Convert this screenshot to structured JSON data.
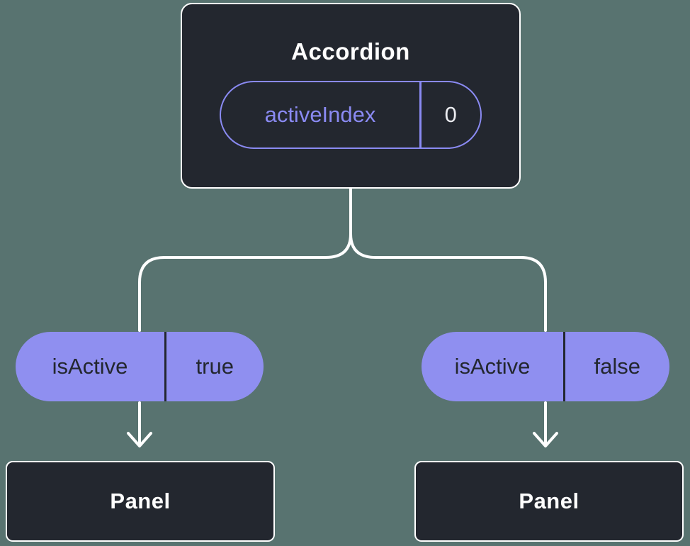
{
  "diagram": {
    "type": "component-tree",
    "root_node": {
      "title": "Accordion",
      "state_name": "activeIndex",
      "state_value": "0"
    },
    "left_prop_pill": {
      "name": "isActive",
      "value": "true"
    },
    "right_prop_pill": {
      "name": "isActive",
      "value": "false"
    },
    "left_child_node": {
      "label": "Panel"
    },
    "right_child_node": {
      "label": "Panel"
    }
  },
  "colors": {
    "background": "#587370",
    "node_background": "#23272F",
    "accent_purple": "#8A8AF2",
    "pill_fill": "#8F8FF0",
    "connector_line": "#FFFFFF",
    "text_light": "#FFFFFF",
    "text_dark": "#23272F"
  }
}
